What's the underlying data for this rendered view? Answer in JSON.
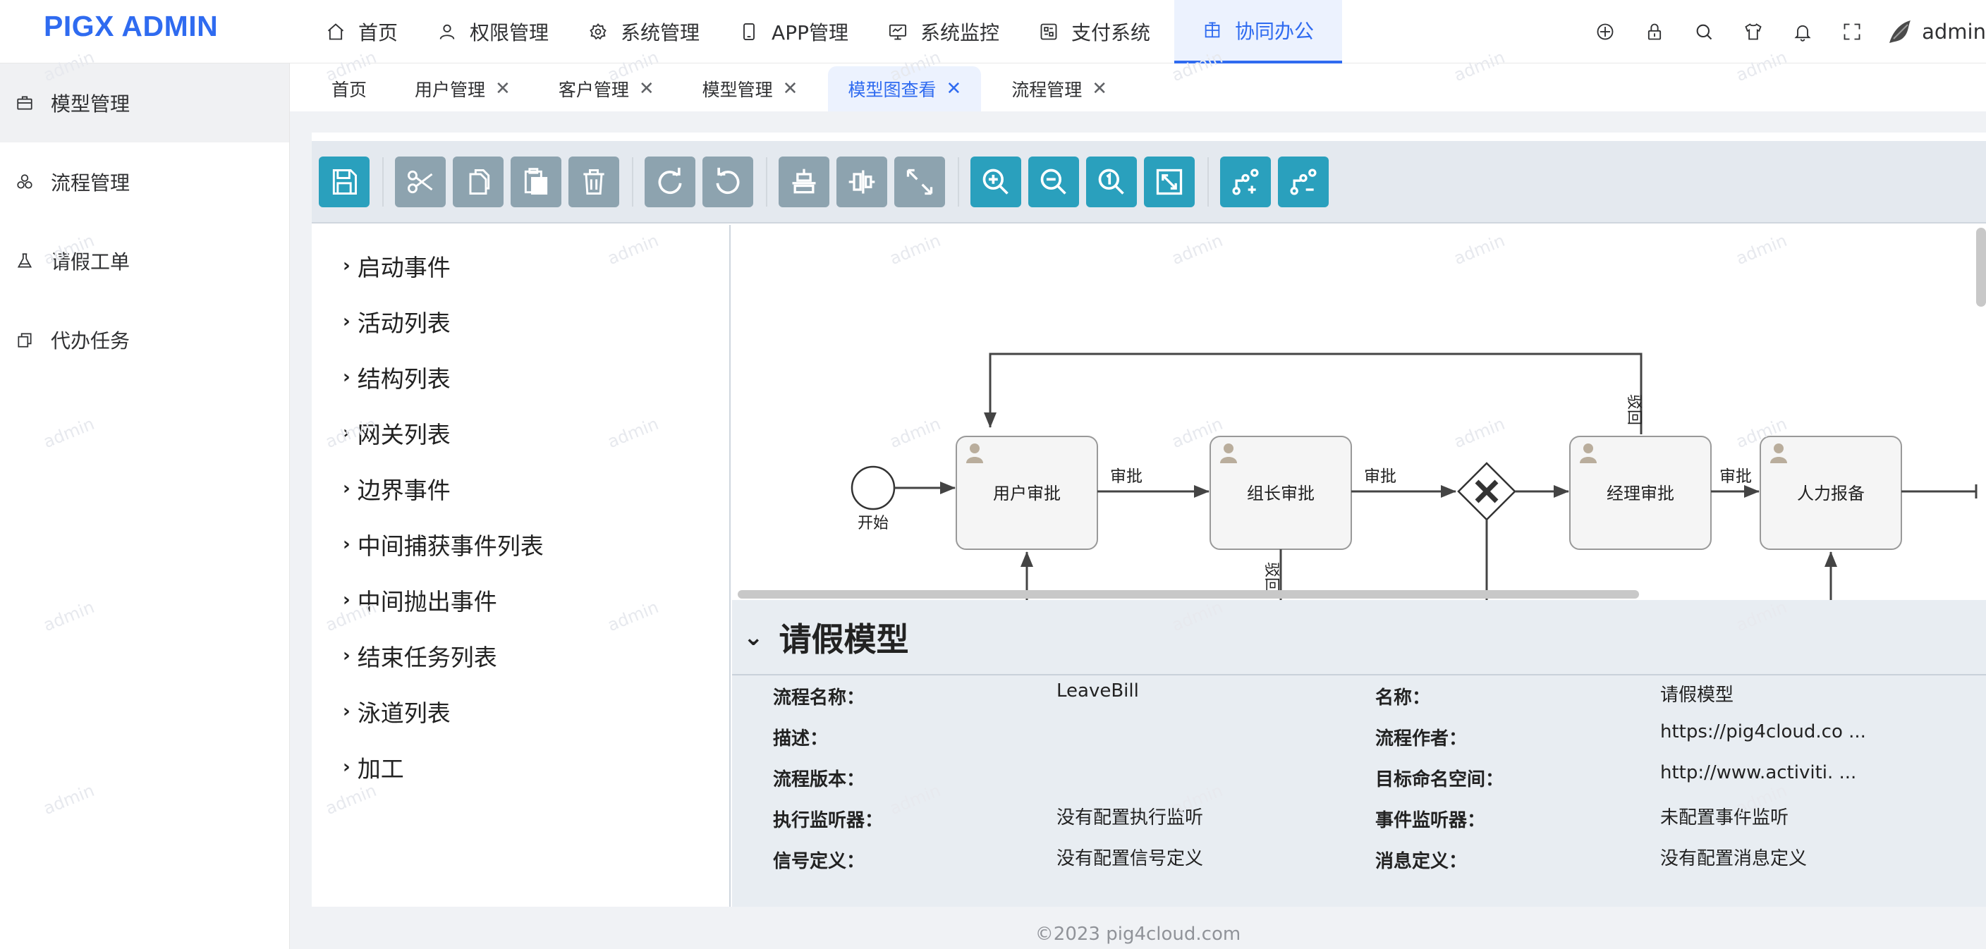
{
  "header": {
    "logo": "PIGX ADMIN",
    "nav": [
      {
        "label": "首页",
        "icon": "home-icon"
      },
      {
        "label": "权限管理",
        "icon": "user-icon"
      },
      {
        "label": "系统管理",
        "icon": "gear-icon"
      },
      {
        "label": "APP管理",
        "icon": "mobile-icon"
      },
      {
        "label": "系统监控",
        "icon": "monitor-icon"
      },
      {
        "label": "支付系统",
        "icon": "payment-icon"
      },
      {
        "label": "协同办公",
        "icon": "office-icon",
        "active": true
      }
    ],
    "tools": [
      "size-icon",
      "lock-icon",
      "search-icon",
      "theme-icon",
      "bell-icon",
      "fullscreen-icon"
    ],
    "user": "admin"
  },
  "sidebar": {
    "items": [
      {
        "label": "模型管理",
        "icon": "briefcase-icon",
        "active": true
      },
      {
        "label": "流程管理",
        "icon": "flow-icon"
      },
      {
        "label": "请假工单",
        "icon": "flask-icon"
      },
      {
        "label": "代办任务",
        "icon": "copy-icon"
      }
    ]
  },
  "tabs": [
    {
      "label": "首页",
      "closable": false
    },
    {
      "label": "用户管理",
      "closable": true
    },
    {
      "label": "客户管理",
      "closable": true
    },
    {
      "label": "模型管理",
      "closable": true
    },
    {
      "label": "模型图查看",
      "closable": true,
      "active": true
    },
    {
      "label": "流程管理",
      "closable": true
    }
  ],
  "toolbar": {
    "groups": [
      [
        "save-icon"
      ],
      [
        "cut-icon",
        "copy-icon",
        "paste-icon",
        "delete-icon"
      ],
      [
        "redo-icon",
        "undo-icon"
      ],
      [
        "align-horizontal-icon",
        "align-vertical-icon",
        "resize-icon"
      ],
      [
        "zoom-in-icon",
        "zoom-out-icon",
        "zoom-actual-icon",
        "zoom-fit-icon"
      ],
      [
        "add-bendpoint-icon",
        "remove-bendpoint-icon"
      ]
    ]
  },
  "palette": {
    "items": [
      "启动事件",
      "活动列表",
      "结构列表",
      "网关列表",
      "边界事件",
      "中间捕获事件列表",
      "中间抛出事件",
      "结束任务列表",
      "泳道列表",
      "加工"
    ]
  },
  "diagram": {
    "start_label": "开始",
    "tasks": [
      "用户审批",
      "组长审批",
      "经理审批",
      "人力报备"
    ],
    "flow_labels": {
      "approve": "审批",
      "reject": "驳回"
    }
  },
  "properties": {
    "title": "请假模型",
    "rows": [
      {
        "l1": "流程名称：",
        "v1": "LeaveBill",
        "l2": "名称：",
        "v2": "请假模型"
      },
      {
        "l1": "描述：",
        "v1": "",
        "l2": "流程作者：",
        "v2": "https://pig4cloud.co ..."
      },
      {
        "l1": "流程版本：",
        "v1": "",
        "l2": "目标命名空间：",
        "v2": "http://www.activiti. ..."
      },
      {
        "l1": "执行监听器：",
        "v1": "没有配置执行监听",
        "l2": "事件监听器：",
        "v2": "未配置事件监听"
      },
      {
        "l1": "信号定义：",
        "v1": "没有配置信号定义",
        "l2": "消息定义：",
        "v2": "没有配置消息定义"
      }
    ]
  },
  "footer": "©2023 pig4cloud.com",
  "watermark": "admin"
}
